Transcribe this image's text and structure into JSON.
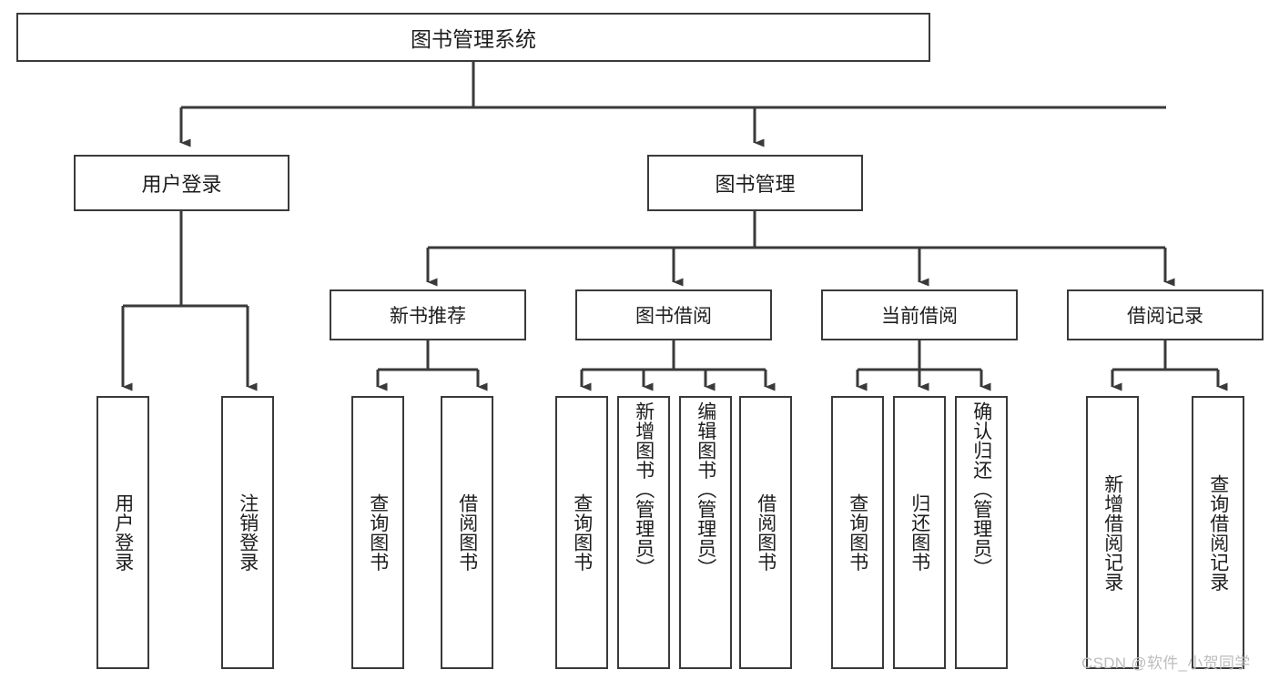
{
  "diagram": {
    "title": "图书管理系统",
    "type": "hierarchy-tree",
    "root": {
      "label": "图书管理系统"
    },
    "level2": [
      {
        "label": "用户登录"
      },
      {
        "label": "图书管理"
      }
    ],
    "level3": [
      {
        "label": "新书推荐"
      },
      {
        "label": "图书借阅"
      },
      {
        "label": "当前借阅"
      },
      {
        "label": "借阅记录"
      }
    ],
    "leaves": {
      "user_login": [
        {
          "label": "用户登录"
        },
        {
          "label": "注销登录"
        }
      ],
      "new_book_recommend": [
        {
          "label": "查询图书"
        },
        {
          "label": "借阅图书"
        }
      ],
      "book_borrow": [
        {
          "label": "查询图书"
        },
        {
          "label": "新增图书（管理员）"
        },
        {
          "label": "编辑图书（管理员）"
        },
        {
          "label": "借阅图书"
        }
      ],
      "current_borrow": [
        {
          "label": "查询图书"
        },
        {
          "label": "归还图书"
        },
        {
          "label": "确认归还（管理员）"
        }
      ],
      "borrow_record": [
        {
          "label": "新增借阅记录"
        },
        {
          "label": "查询借阅记录"
        }
      ]
    }
  },
  "watermark": {
    "text": "CSDN @软件_小贺同学"
  },
  "colors": {
    "stroke": "#3a3a3a",
    "text": "#1d1d1d",
    "background": "#ffffff",
    "watermark": "#bdbdbd"
  }
}
